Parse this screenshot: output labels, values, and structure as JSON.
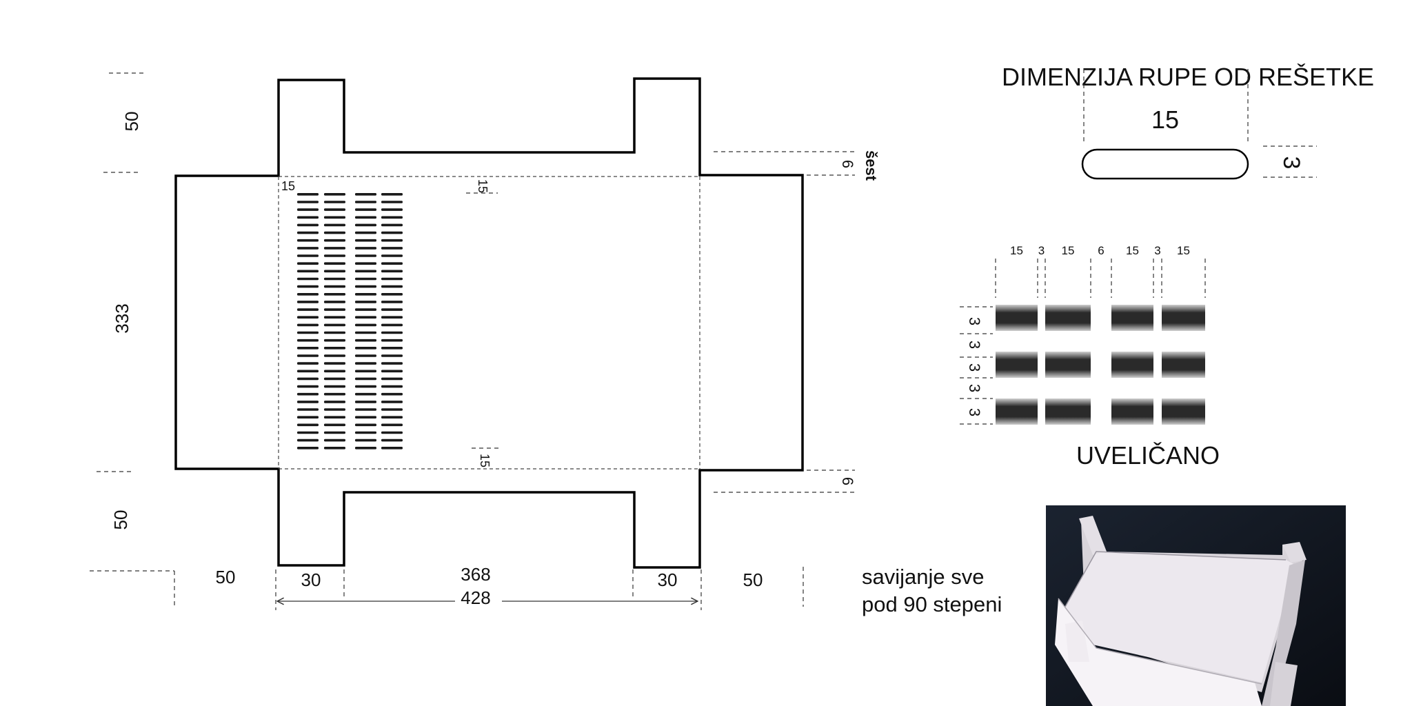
{
  "net": {
    "left_tab_height": "50",
    "body_height": "333",
    "bottom_tab_height": "50",
    "right_gap_top": "6",
    "right_gap_top_word": "šest",
    "right_gap_bottom": "6",
    "corner_offset": "15",
    "top_margin": "15",
    "bottom_margin": "15",
    "bottom_dims": {
      "left_flap": "50",
      "left_tab": "30",
      "middle": "368",
      "right_tab": "30",
      "right_flap": "50",
      "total": "428"
    }
  },
  "hole": {
    "title": "DIMENZIJA RUPE OD REŠETKE",
    "length": "15",
    "width": "3"
  },
  "zoom": {
    "col_labels": [
      "15",
      "3",
      "15",
      "6",
      "15",
      "3",
      "15"
    ],
    "row_labels": [
      "3",
      "3",
      "3",
      "3",
      "3"
    ],
    "caption": "UVELIČANO"
  },
  "note": {
    "line1": "savijanje sve",
    "line2": "pod 90 stepeni"
  },
  "grid": {
    "columns": 4,
    "rows": 34
  }
}
